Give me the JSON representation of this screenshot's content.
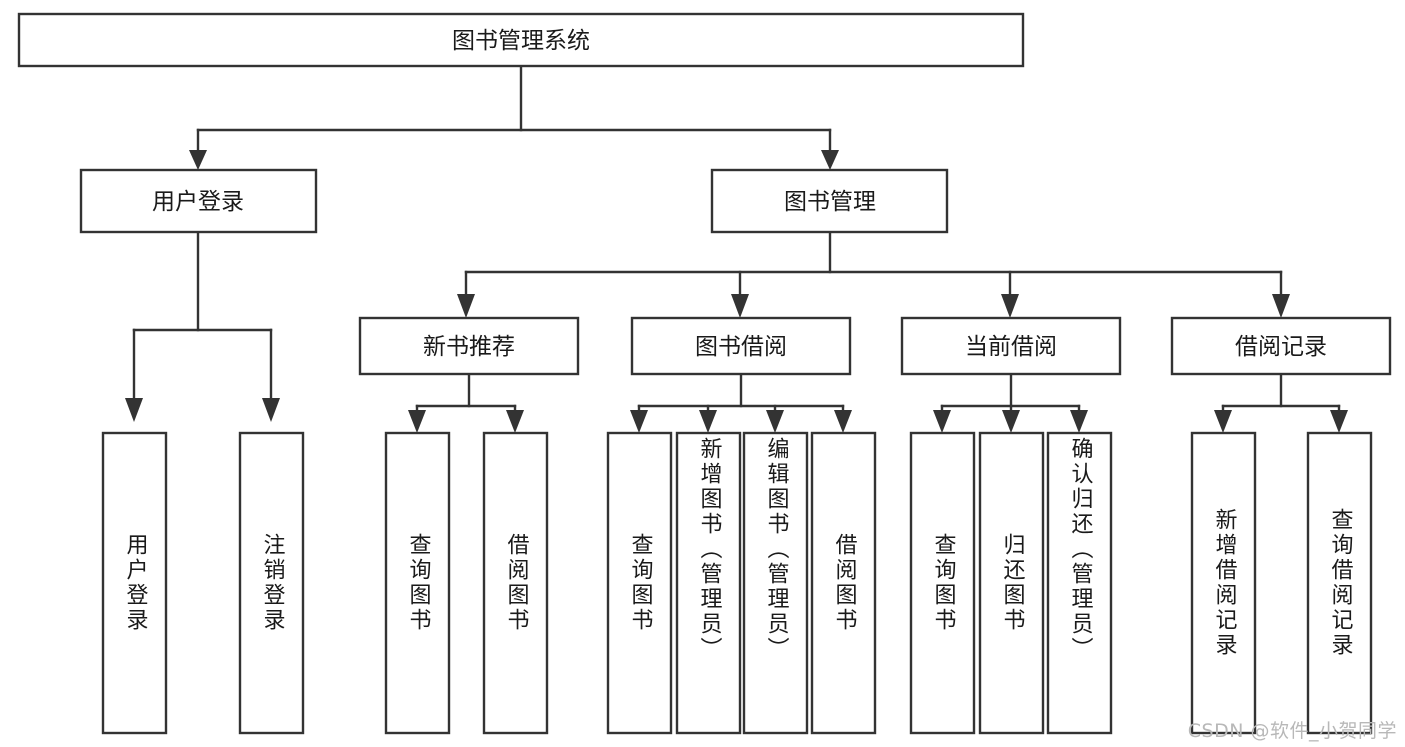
{
  "diagram": {
    "title": "图书管理系统",
    "type": "tree",
    "orientation": "top-down",
    "watermark": "CSDN @软件_小贺同学",
    "colors": {
      "stroke": "#333333",
      "box_fill": "#ffffff",
      "text": "#1a1a1a",
      "watermark": "#b8b8b8",
      "background": "#ffffff"
    },
    "root": {
      "id": "root",
      "label": "图书管理系统",
      "text_orientation": "horizontal"
    },
    "level2": [
      {
        "id": "user-login",
        "label": "用户登录",
        "text_orientation": "horizontal"
      },
      {
        "id": "book-management",
        "label": "图书管理",
        "text_orientation": "horizontal"
      }
    ],
    "level3": [
      {
        "id": "new-book-recommend",
        "label": "新书推荐",
        "text_orientation": "horizontal",
        "parent": "book-management"
      },
      {
        "id": "book-borrow",
        "label": "图书借阅",
        "text_orientation": "horizontal",
        "parent": "book-management"
      },
      {
        "id": "current-borrow",
        "label": "当前借阅",
        "text_orientation": "horizontal",
        "parent": "book-management"
      },
      {
        "id": "borrow-record",
        "label": "借阅记录",
        "text_orientation": "horizontal",
        "parent": "book-management"
      }
    ],
    "leaves": [
      {
        "id": "leaf-user-login",
        "label": "用户登录",
        "parent": "user-login",
        "text_orientation": "vertical"
      },
      {
        "id": "leaf-logout-login",
        "label": "注销登录",
        "parent": "user-login",
        "text_orientation": "vertical"
      },
      {
        "id": "leaf-query-book-1",
        "label": "查询图书",
        "parent": "new-book-recommend",
        "text_orientation": "vertical"
      },
      {
        "id": "leaf-borrow-book-1",
        "label": "借阅图书",
        "parent": "new-book-recommend",
        "text_orientation": "vertical"
      },
      {
        "id": "leaf-query-book-2",
        "label": "查询图书",
        "parent": "book-borrow",
        "text_orientation": "vertical"
      },
      {
        "id": "leaf-add-book-admin",
        "label": "新增图书（管理员）",
        "parent": "book-borrow",
        "text_orientation": "vertical"
      },
      {
        "id": "leaf-edit-book-admin",
        "label": "编辑图书（管理员）",
        "parent": "book-borrow",
        "text_orientation": "vertical"
      },
      {
        "id": "leaf-borrow-book-2",
        "label": "借阅图书",
        "parent": "book-borrow",
        "text_orientation": "vertical"
      },
      {
        "id": "leaf-query-book-3",
        "label": "查询图书",
        "parent": "current-borrow",
        "text_orientation": "vertical"
      },
      {
        "id": "leaf-return-book",
        "label": "归还图书",
        "parent": "current-borrow",
        "text_orientation": "vertical"
      },
      {
        "id": "leaf-confirm-return-admin",
        "label": "确认归还（管理员）",
        "parent": "current-borrow",
        "text_orientation": "vertical"
      },
      {
        "id": "leaf-add-borrow-record",
        "label": "新增借阅记录",
        "parent": "borrow-record",
        "text_orientation": "vertical"
      },
      {
        "id": "leaf-query-borrow-record",
        "label": "查询借阅记录",
        "parent": "borrow-record",
        "text_orientation": "vertical"
      }
    ]
  }
}
